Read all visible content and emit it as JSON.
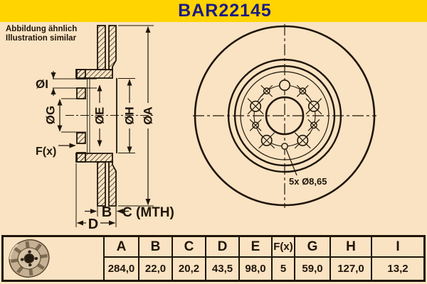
{
  "colors": {
    "brand_yellow": "#ffd400",
    "background_beige": "#fae3c2",
    "title_navy": "#1b1b86",
    "line_ink": "#1f150a"
  },
  "header": {
    "title": "BAR22145"
  },
  "note": {
    "line1": "Abbildung ähnlich",
    "line2": "Illustration similar"
  },
  "drawing": {
    "dimension_labels": {
      "dia_i": "ØI",
      "dia_g": "ØG",
      "dia_e": "ØE",
      "dia_h": "ØH",
      "dia_a": "ØA",
      "f_x": "F(x)",
      "b": "B",
      "c_mth": "C (MTH)",
      "d": "D"
    },
    "front_view": {
      "holes_note": "5x Ø8,65"
    }
  },
  "table": {
    "columns": [
      {
        "header": "A",
        "value": "284,0"
      },
      {
        "header": "B",
        "value": "22,0"
      },
      {
        "header": "C",
        "value": "20,2"
      },
      {
        "header": "D",
        "value": "43,5"
      },
      {
        "header": "E",
        "value": "98,0"
      },
      {
        "header": "F(x)",
        "value": "5"
      },
      {
        "header": "G",
        "value": "59,0"
      },
      {
        "header": "H",
        "value": "127,0"
      },
      {
        "header": "I",
        "value": "13,2"
      }
    ]
  }
}
